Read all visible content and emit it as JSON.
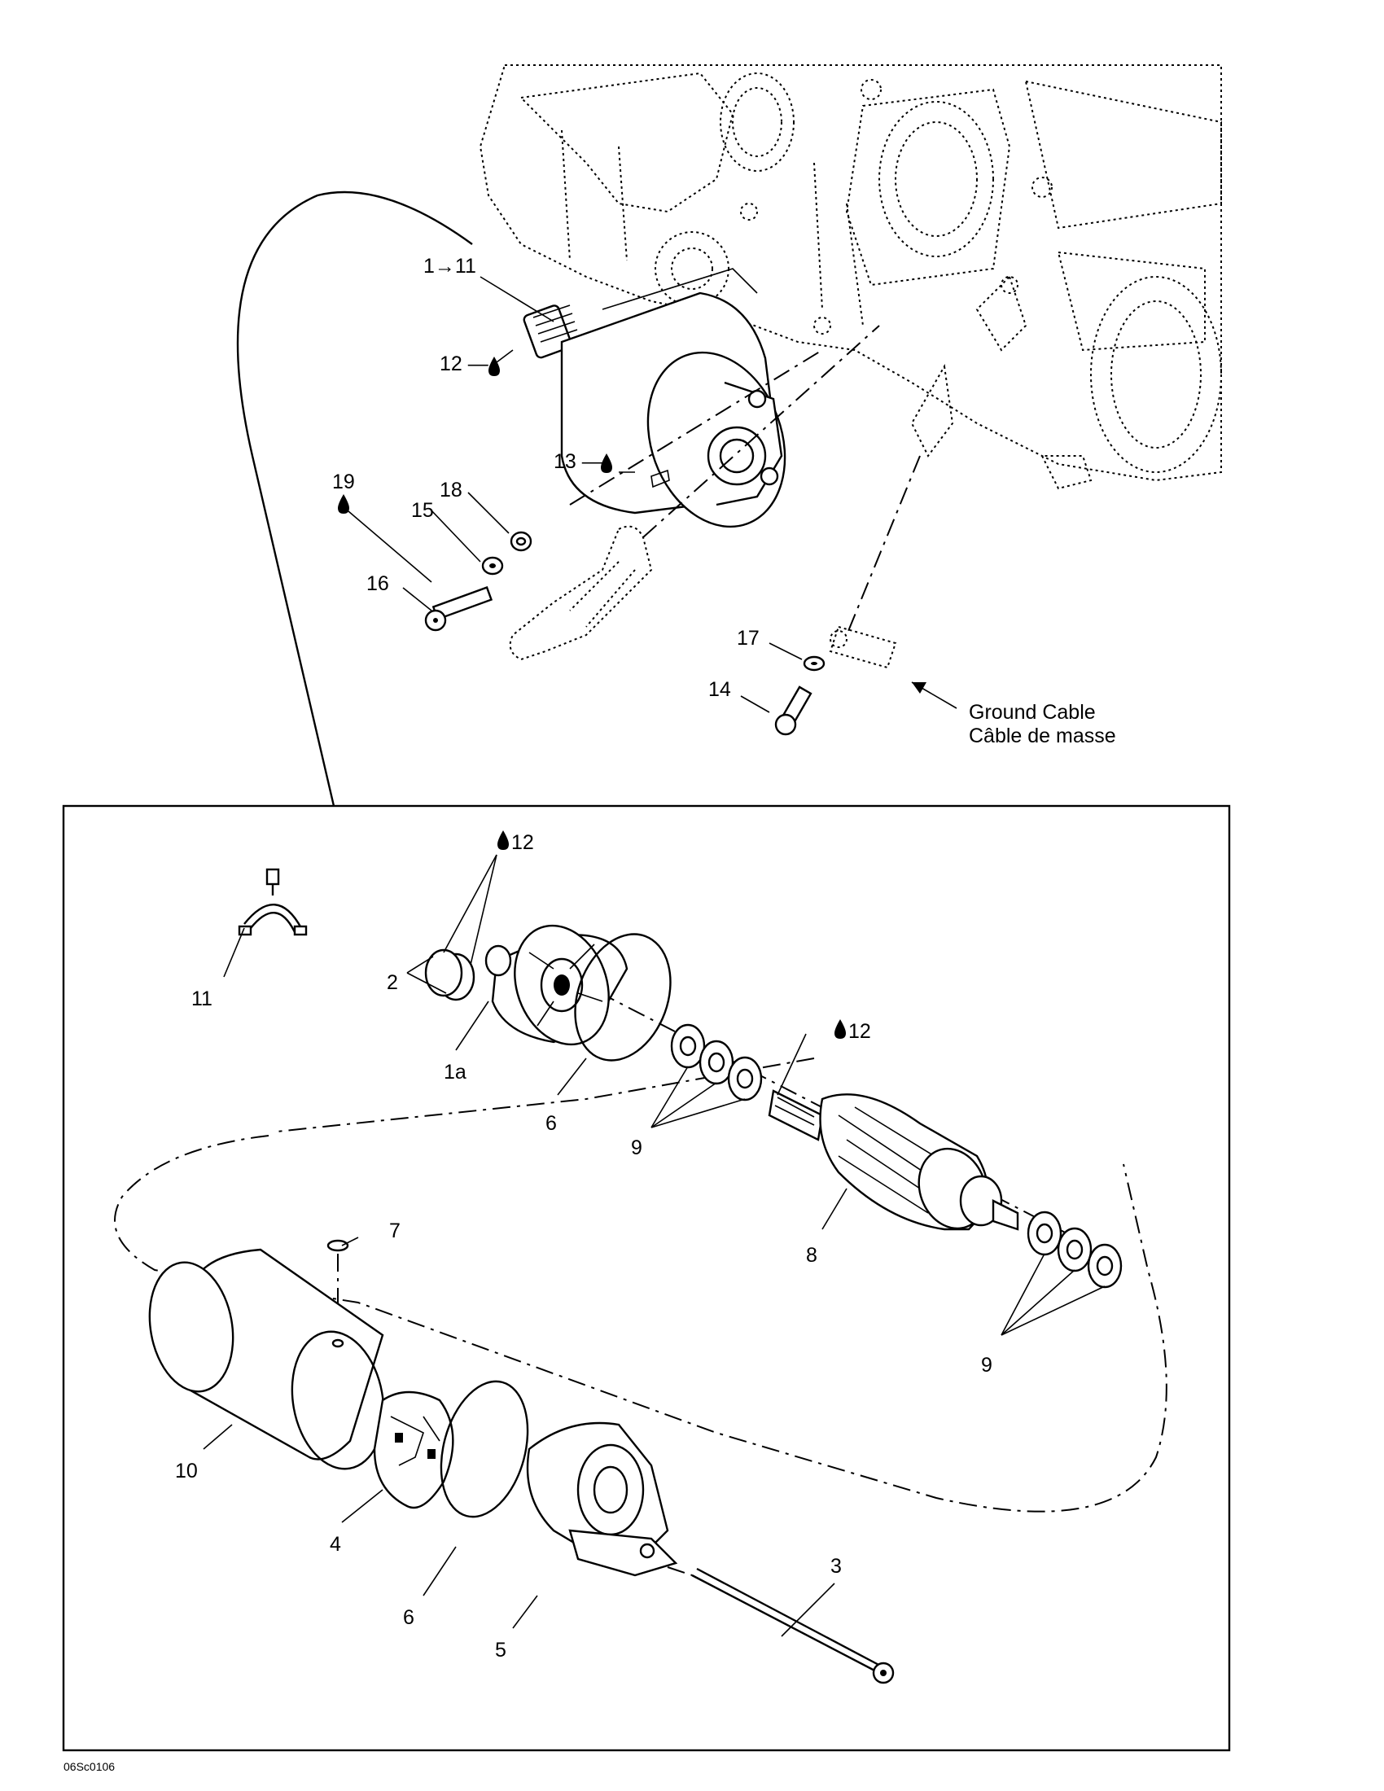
{
  "labels": {
    "assembly": "1→11",
    "p12_top": "12 —",
    "p13": "13 —",
    "p19": "19",
    "p18": "18",
    "p15": "15",
    "p16": "16",
    "p17": "17",
    "p14": "14",
    "ground_en": "Ground Cable",
    "ground_fr": "Câble de masse",
    "p12_box_a": "12",
    "p12_box_b": "12",
    "p11": "11",
    "p2": "2",
    "p1a": "1a",
    "p6_upper": "6",
    "p9_upper": "9",
    "p8": "8",
    "p7": "7",
    "p9_lower": "9",
    "p10": "10",
    "p4": "4",
    "p6_lower": "6",
    "p5": "5",
    "p3": "3",
    "figure_code": "06Sc0106"
  },
  "icons": {
    "lubricant": "oil-drop-icon"
  }
}
